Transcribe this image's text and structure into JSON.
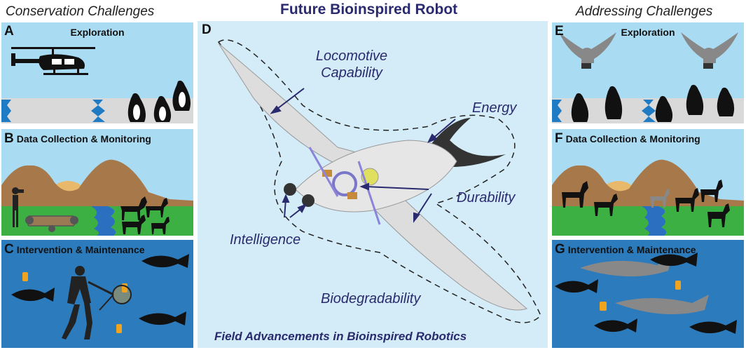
{
  "left_column": {
    "title": "Conservation Challenges"
  },
  "right_column": {
    "title": "Addressing Challenges"
  },
  "center": {
    "title": "Future Bioinspired Robot",
    "letter": "D",
    "bottom_title": "Field Advancements in Bioinspired Robotics",
    "features": {
      "locomotive_line1": "Locomotive",
      "locomotive_line2": "Capability",
      "energy": "Energy",
      "durability": "Durability",
      "intelligence": "Intelligence",
      "biodegradability": "Biodegradability"
    }
  },
  "panels": {
    "a": {
      "letter": "A",
      "title": "Exploration"
    },
    "b": {
      "letter": "B",
      "title": "Data Collection & Monitoring"
    },
    "c": {
      "letter": "C",
      "title": "Intervention & Maintenance"
    },
    "e": {
      "letter": "E",
      "title": "Exploration"
    },
    "f": {
      "letter": "F",
      "title": "Data Collection & Monitoring"
    },
    "g": {
      "letter": "G",
      "title": "Intervention & Maintenance"
    }
  },
  "colors": {
    "sky": "#a9dbf2",
    "ground": "#d9d9d9",
    "grass": "#3cb043",
    "ocean": "#2c7bbd",
    "mountain": "#a7794a",
    "accent": "#2a2a6e",
    "center_bg": "#d3ecf8"
  }
}
